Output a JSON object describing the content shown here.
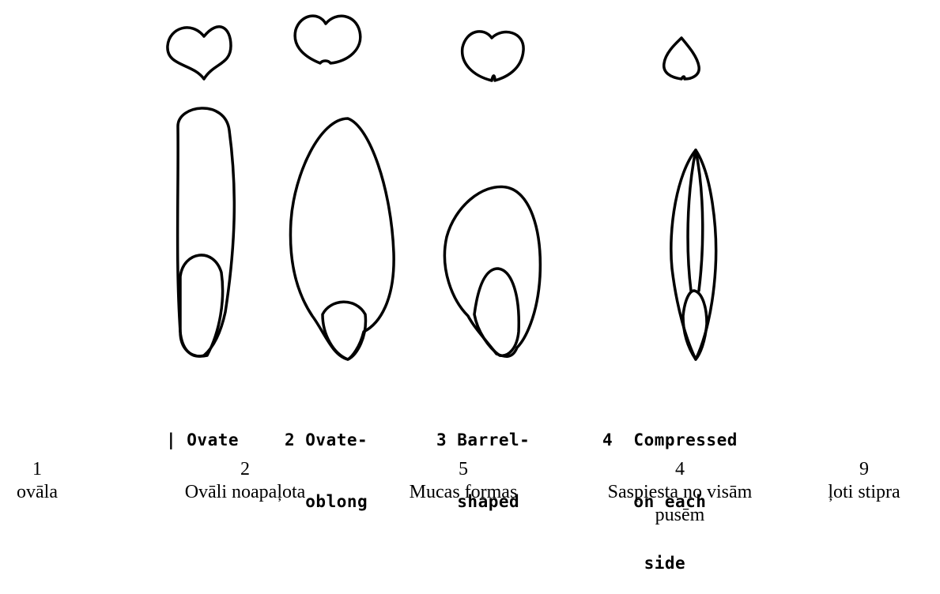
{
  "figure_labels": [
    {
      "lines": [
        "| Ovate"
      ]
    },
    {
      "lines": [
        "2 Ovate-",
        "  oblong"
      ]
    },
    {
      "lines": [
        "3 Barrel-",
        "  shaped"
      ]
    },
    {
      "lines": [
        "4  Compressed",
        "   on each",
        "    side"
      ]
    }
  ],
  "captions": [
    {
      "number": "1",
      "text": "ovāla"
    },
    {
      "number": "2",
      "text": "Ovāli noapaļota"
    },
    {
      "number": "5",
      "text": "Mucas formas"
    },
    {
      "number": "4",
      "text": "Saspiesta no visām pusēm"
    },
    {
      "number": "9",
      "text": "ļoti stipra"
    }
  ]
}
